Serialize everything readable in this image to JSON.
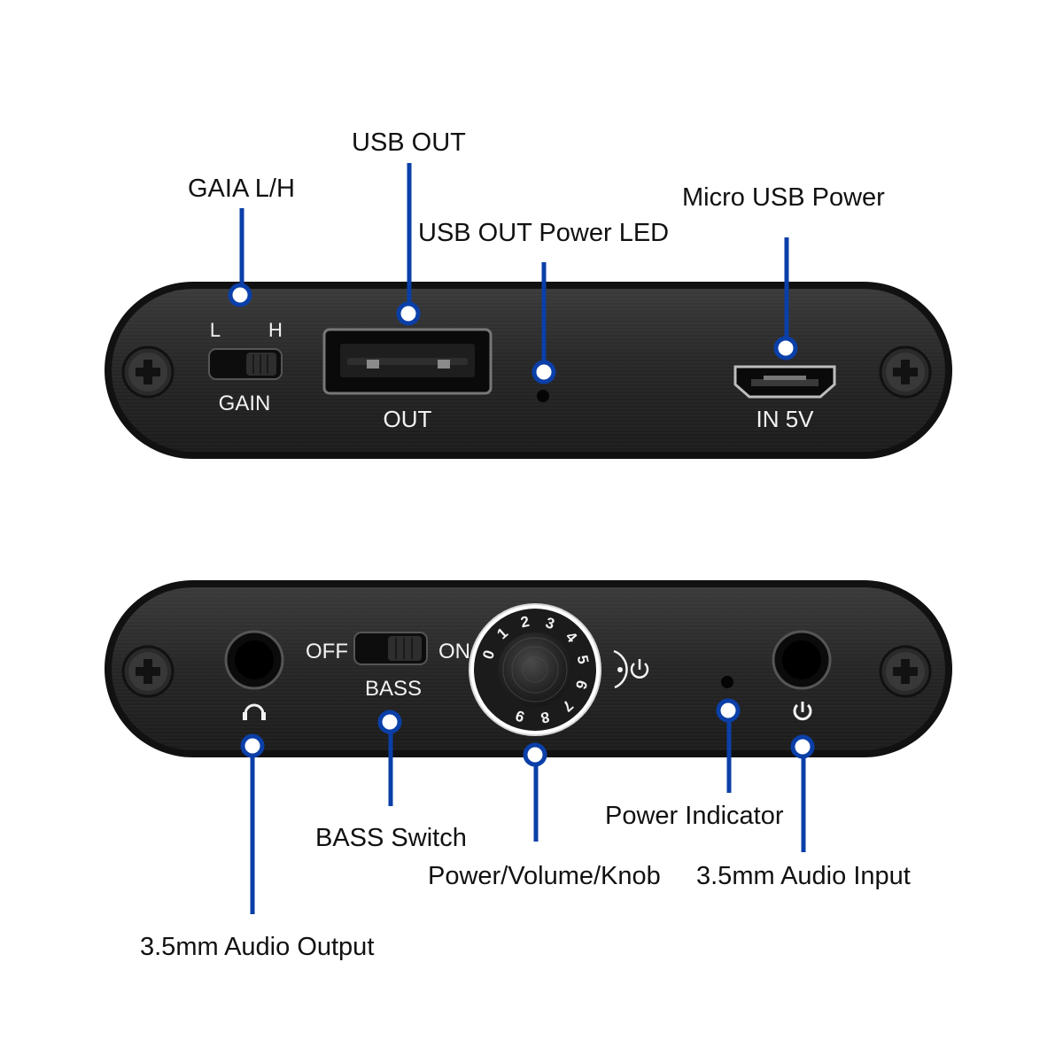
{
  "callouts": {
    "gain_switch": "GAIA L/H",
    "usb_out": "USB OUT",
    "usb_out_power_led": "USB OUT Power LED",
    "micro_usb_power": "Micro USB Power",
    "audio_output": "3.5mm Audio Output",
    "bass_switch": "BASS Switch",
    "power_volume_knob": "Power/Volume/Knob",
    "power_indicator": "Power Indicator",
    "audio_input": "3.5mm Audio Input"
  },
  "front_panel": {
    "gain_low": "L",
    "gain_high": "H",
    "gain_label": "GAIN",
    "usb_label": "OUT",
    "power_label": "IN 5V"
  },
  "back_panel": {
    "bass_off": "OFF",
    "bass_on": "ON",
    "bass_label": "BASS",
    "knob_scale": [
      "0",
      "1",
      "2",
      "3",
      "4",
      "5",
      "6",
      "7",
      "8",
      "9"
    ]
  },
  "icons": {
    "headphone": "headphone-icon",
    "power": "power-icon",
    "audio_in": "audio-input-icon",
    "screw": "screw-icon"
  },
  "colors": {
    "leader": "#0b3fa8",
    "panel": "#2b2b2b",
    "background": "#ffffff"
  }
}
